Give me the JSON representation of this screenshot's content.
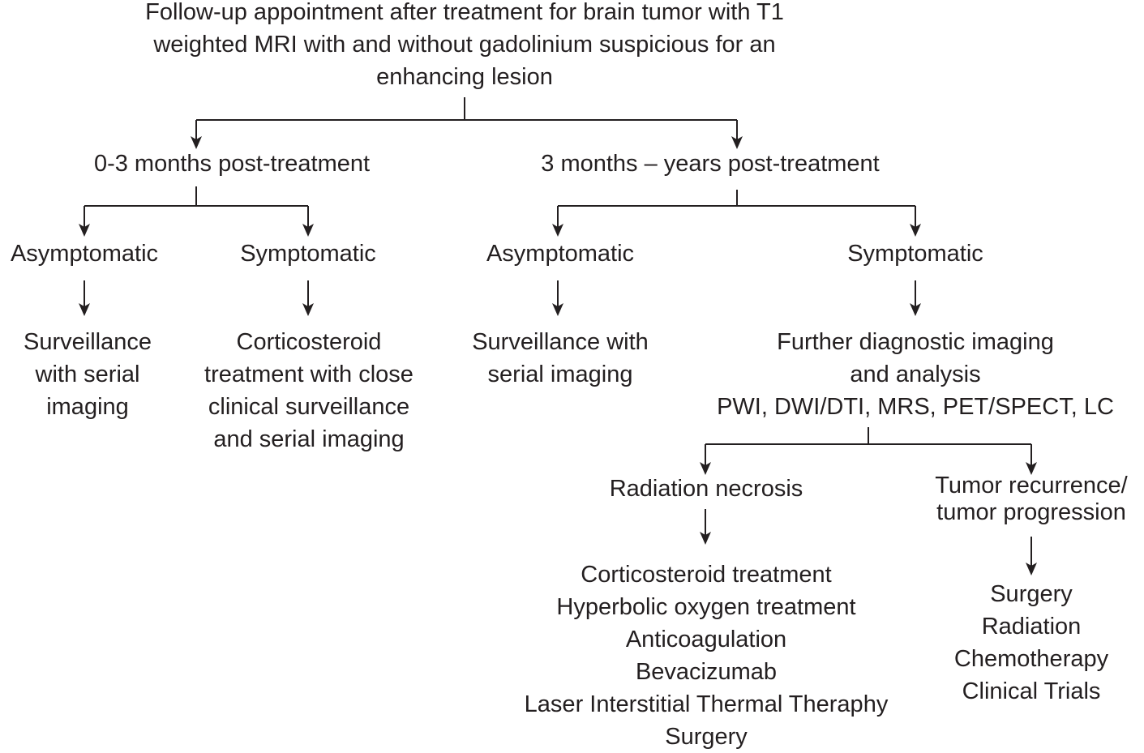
{
  "nodes": {
    "root": [
      "Follow-up appointment after treatment for brain tumor with T1",
      "weighted MRI with and without gadolinium suspicious for an",
      "enhancing lesion"
    ],
    "early": [
      "0-3 months post-treatment"
    ],
    "late": [
      "3 months – years post-treatment"
    ],
    "early_asym": [
      "Asymptomatic"
    ],
    "early_sym": [
      "Symptomatic"
    ],
    "late_asym": [
      "Asymptomatic"
    ],
    "late_sym": [
      "Symptomatic"
    ],
    "early_asym_plan": [
      "Surveillance",
      "with serial",
      "imaging"
    ],
    "early_sym_plan": [
      "Corticosteroid",
      "treatment with close",
      "clinical surveillance",
      "and serial imaging"
    ],
    "late_asym_plan": [
      "Surveillance with",
      "serial imaging"
    ],
    "late_sym_plan": [
      "Further diagnostic imaging",
      "and analysis",
      "PWI, DWI/DTI, MRS, PET/SPECT, LC"
    ],
    "necrosis": [
      "Radiation necrosis"
    ],
    "recurrence": [
      "Tumor recurrence/",
      "tumor progression"
    ],
    "necrosis_tx": [
      "Corticosteroid treatment",
      "Hyperbolic oxygen treatment",
      "Anticoagulation",
      "Bevacizumab",
      "Laser Interstitial Thermal Theraphy",
      "Surgery"
    ],
    "recurrence_tx": [
      "Surgery",
      "Radiation",
      "Chemotherapy",
      "Clinical Trials"
    ]
  },
  "colors": {
    "ink": "#231f20",
    "background": "#ffffff"
  }
}
